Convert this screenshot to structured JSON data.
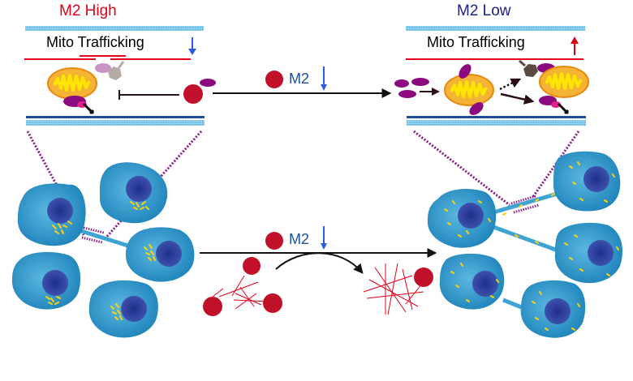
{
  "panels": {
    "left": {
      "title": "M2 High",
      "title_color": "#e2001a",
      "trafficking_label": "Mito Trafficking",
      "trafficking_direction": "down",
      "trafficking_arrow_color": "#2b5ce6"
    },
    "right": {
      "title": "M2 Low",
      "title_color": "#1d2088",
      "trafficking_label": "Mito Trafficking",
      "trafficking_direction": "up",
      "trafficking_arrow_color": "#e2001a"
    }
  },
  "transitions": {
    "top": {
      "label": "M2",
      "direction": "down"
    },
    "bottom": {
      "label": "M2",
      "direction": "down"
    }
  },
  "colors": {
    "membrane_light": "#7ec8e8",
    "membrane_dark": "#1d4fa0",
    "microtubule": "#e2001a",
    "mitochondrion_fill": "#f5b335",
    "mitochondrion_cristae": "#ffe600",
    "m2_particle": "#c0102a",
    "adaptor": "#8b0a80",
    "cell_body": "#2f95c7",
    "nucleus": "#2b3f9a",
    "mito_dots": "#ffd200",
    "zoom_lines": "#8b1a8b"
  }
}
